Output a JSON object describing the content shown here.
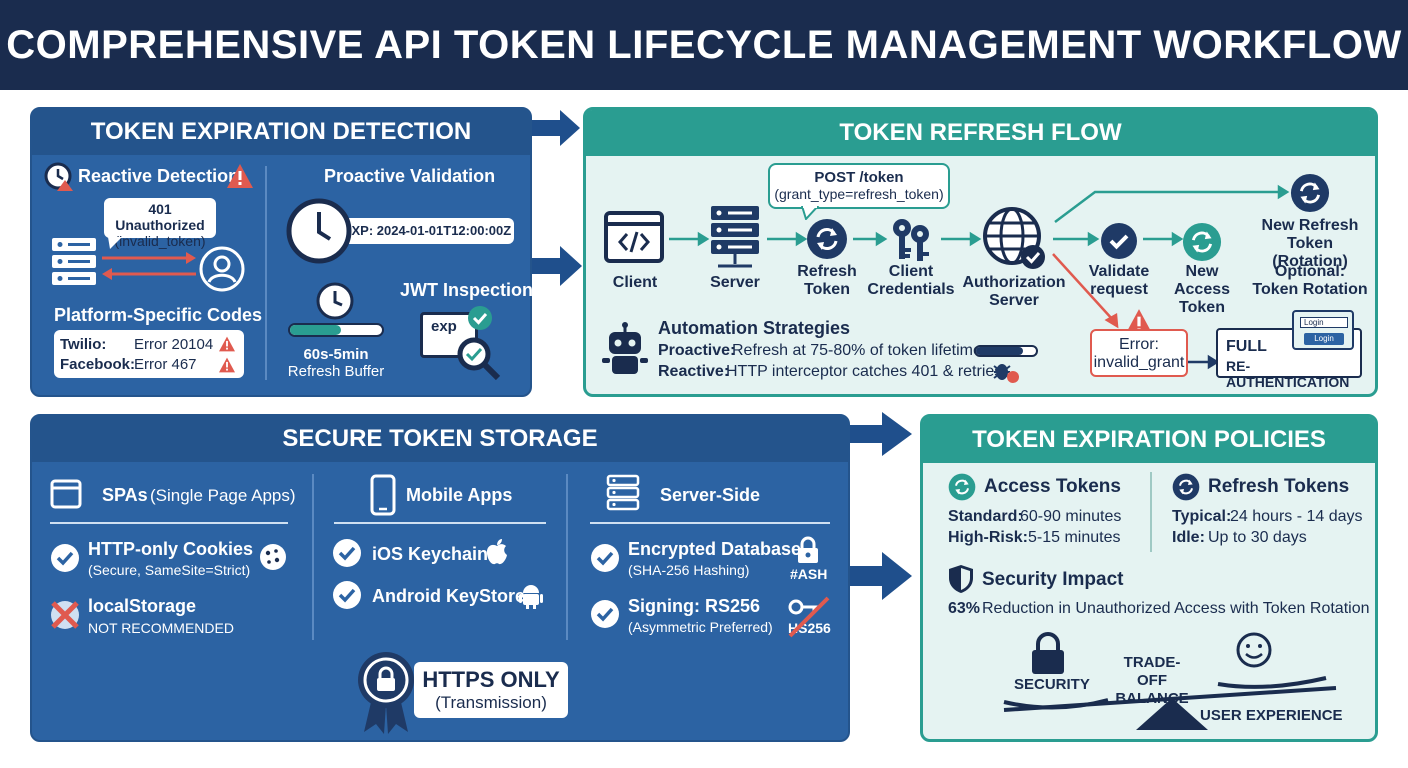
{
  "title": "COMPREHENSIVE API TOKEN LIFECYCLE MANAGEMENT WORKFLOW",
  "detection": {
    "title": "TOKEN EXPIRATION DETECTION",
    "reactive_title": "Reactive Detection",
    "error_code": "401 Unauthorized",
    "error_detail": "(invalid_token)",
    "platform_title": "Platform-Specific Codes",
    "codes": [
      {
        "platform": "Twilio:",
        "code": "Error 20104"
      },
      {
        "platform": "Facebook:",
        "code": "Error 467"
      }
    ],
    "proactive_title": "Proactive Validation",
    "exp_label": "EXP: 2024-01-01T12:00:00Z",
    "buffer_label": "60s-5min",
    "buffer_sub": "Refresh Buffer",
    "jwt_title": "JWT Inspection",
    "jwt_tag": "exp"
  },
  "refresh": {
    "title": "TOKEN REFRESH FLOW",
    "request_line1": "POST /token",
    "request_line2": "(grant_type=refresh_token)",
    "steps": {
      "client": "Client",
      "server": "Server",
      "refresh_token": "Refresh Token",
      "client_credentials": "Client Credentials",
      "auth_server": "Authorization Server",
      "validate": "Validate request",
      "new_access": "New Access Token",
      "new_refresh": "New Refresh Token (Rotation)",
      "optional": "Optional: Token Rotation"
    },
    "automation_title": "Automation Strategies",
    "proactive_label": "Proactive:",
    "proactive_text": "Refresh at 75-80% of token lifetime",
    "reactive_label": "Reactive:",
    "reactive_text": "HTTP interceptor catches 401 & retries",
    "error_label": "Error:",
    "error_value": "invalid_grant",
    "full_line1": "FULL",
    "full_line2": "RE-AUTHENTICATION",
    "login_placeholder": "Login",
    "login_button": "Login"
  },
  "storage": {
    "title": "SECURE TOKEN STORAGE",
    "spa_title": "SPAs",
    "spa_sub": "(Single Page Apps)",
    "cookies_title": "HTTP-only Cookies",
    "cookies_sub": "(Secure, SameSite=Strict)",
    "local_title": "localStorage",
    "local_sub": "NOT RECOMMENDED",
    "mobile_title": "Mobile Apps",
    "ios": "iOS Keychain",
    "android": "Android KeyStore",
    "server_title": "Server-Side",
    "db_title": "Encrypted Database",
    "db_sub": "(SHA-256 Hashing)",
    "hash_tag": "#ASH",
    "sign_title": "Signing: RS256",
    "sign_sub": "(Asymmetric Preferred)",
    "hs_tag": "HS256",
    "https_title": "HTTPS ONLY",
    "https_sub": "(Transmission)"
  },
  "policies": {
    "title": "TOKEN EXPIRATION POLICIES",
    "access_title": "Access Tokens",
    "access_standard_label": "Standard:",
    "access_standard": "60-90 minutes",
    "access_high_label": "High-Risk:",
    "access_high": "5-15 minutes",
    "refresh_title": "Refresh Tokens",
    "refresh_typical_label": "Typical:",
    "refresh_typical": "24 hours - 14 days",
    "refresh_idle_label": "Idle:",
    "refresh_idle": "Up to 30 days",
    "impact_title": "Security Impact",
    "impact_pct": "63%",
    "impact_text": "Reduction in Unauthorized Access with Token Rotation",
    "security_label": "SECURITY",
    "tradeoff_label": "TRADE-OFF BALANCE",
    "ux_label": "USER EXPERIENCE"
  },
  "colors": {
    "navy": "#1a2c4e",
    "blue": "#2c63a3",
    "teal": "#2a9d91",
    "alert": "#e05a4f"
  }
}
